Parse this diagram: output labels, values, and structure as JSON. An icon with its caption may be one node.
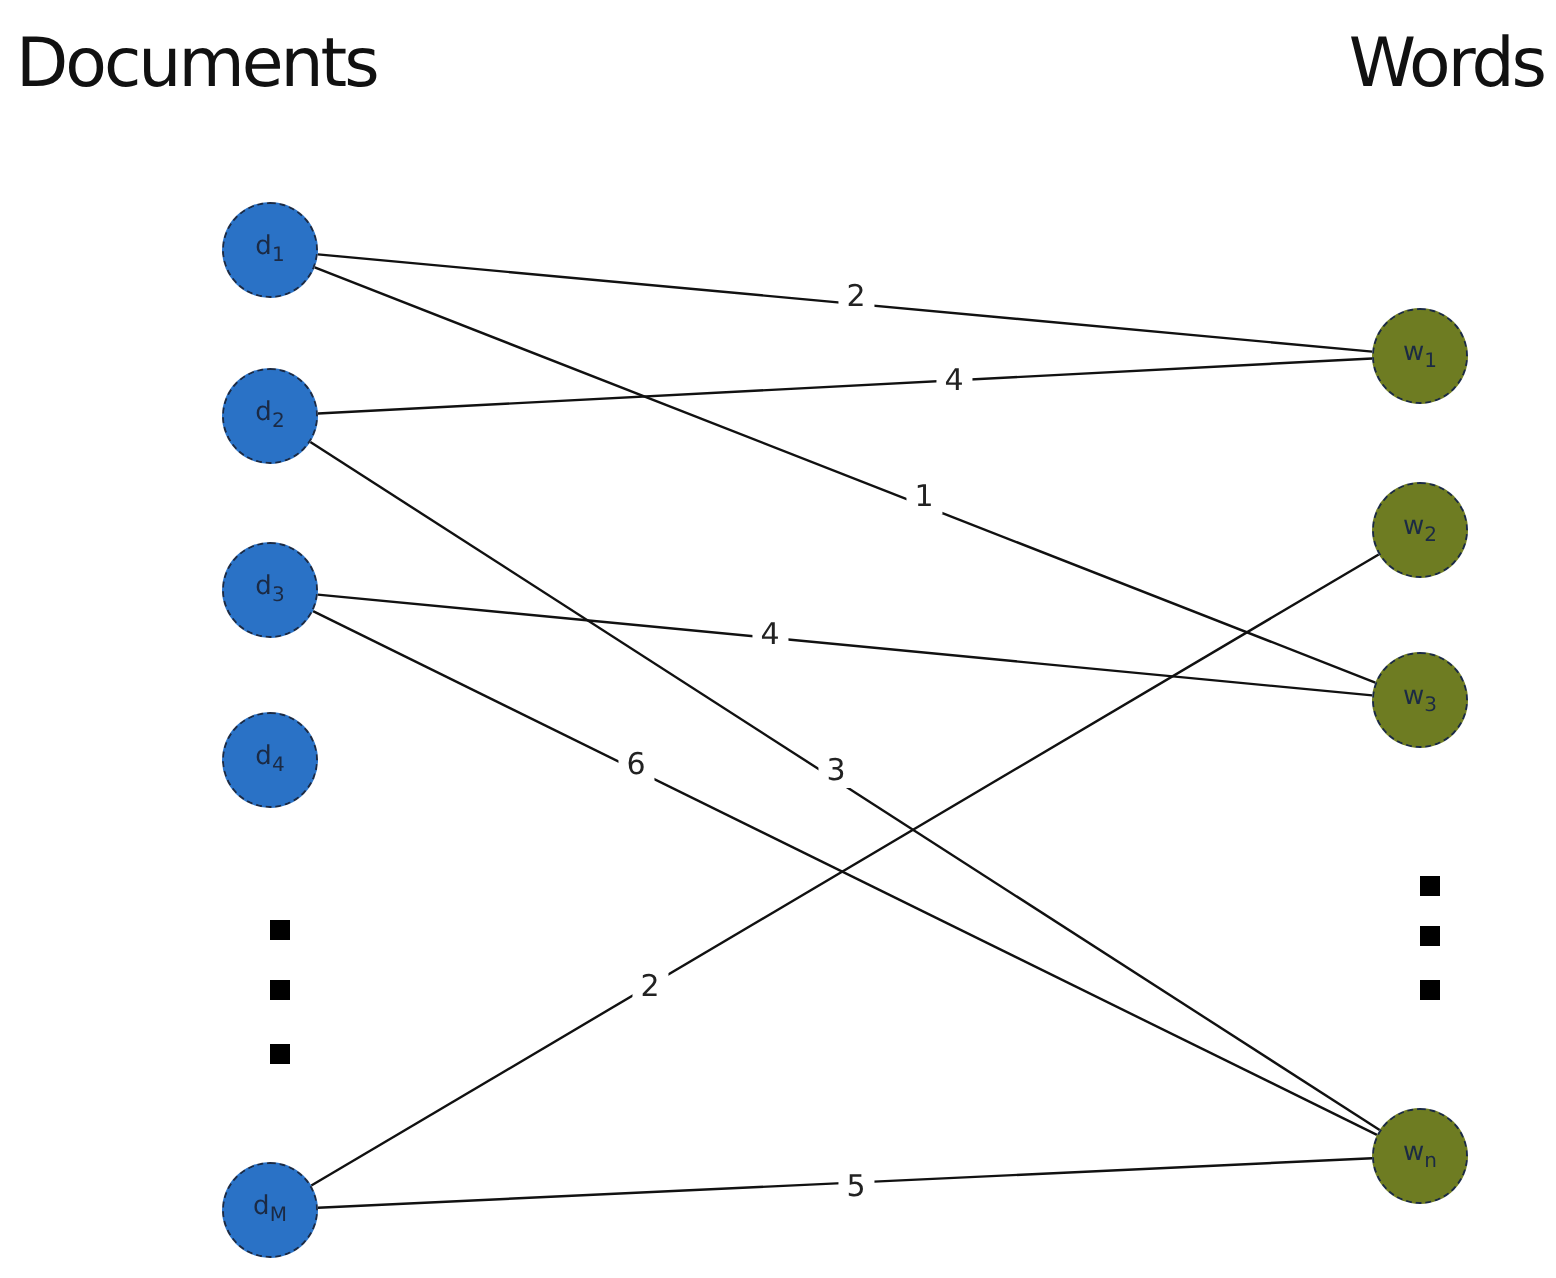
{
  "diagram": {
    "nodes": [
      {
        "text": [
          "d$_{1}$"
        ]
      },
      {
        "text": [
          "d$_{2}$"
        ]
      },
      {
        "text": [
          "d$_{3}$"
        ]
      },
      {
        "text": [
          "d$_{4}$"
        ]
      },
      {
        "text": [
          "d$_{M}$"
        ]
      },
      {
        "text": [
          "w$_{1}$"
        ]
      },
      {
        "text": [
          "w$_{2}$"
        ]
      },
      {
        "text": [
          "w$_{3}$"
        ]
      },
      {
        "text": [
          "w$_{n}$"
        ]
      }
    ],
    "edges": [
      {
        "from": 0,
        "to": 5,
        "arrow": "none",
        "label": "2"
      },
      {
        "from": 1,
        "to": 5,
        "arrow": "none",
        "label": "4"
      },
      {
        "from": 0,
        "to": 7,
        "arrow": "none",
        "label": "1"
      },
      {
        "from": 2,
        "to": 7,
        "arrow": "none",
        "label": "4"
      },
      {
        "from": 1,
        "to": 8,
        "arrow": "none",
        "label": "3"
      },
      {
        "from": 2,
        "to": 8,
        "arrow": "none",
        "label": "6"
      },
      {
        "from": 4,
        "to": 6,
        "arrow": "none",
        "label": "2"
      },
      {
        "from": 4,
        "to": 8,
        "arrow": "none",
        "label": "5"
      }
    ],
    "labels": [
      "Documents",
      "Words"
    ]
  }
}
